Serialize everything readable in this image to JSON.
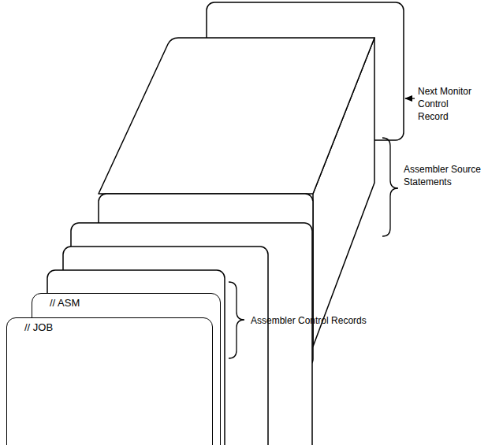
{
  "diagram": {
    "nodes": [
      {
        "text": [
          "// ASM"
        ]
      },
      {
        "text": [
          "// JOB"
        ]
      }
    ],
    "labels": [
      "Next Monitor Control Record",
      "Assembler Source Statements",
      "Assembler Control Records"
    ]
  }
}
